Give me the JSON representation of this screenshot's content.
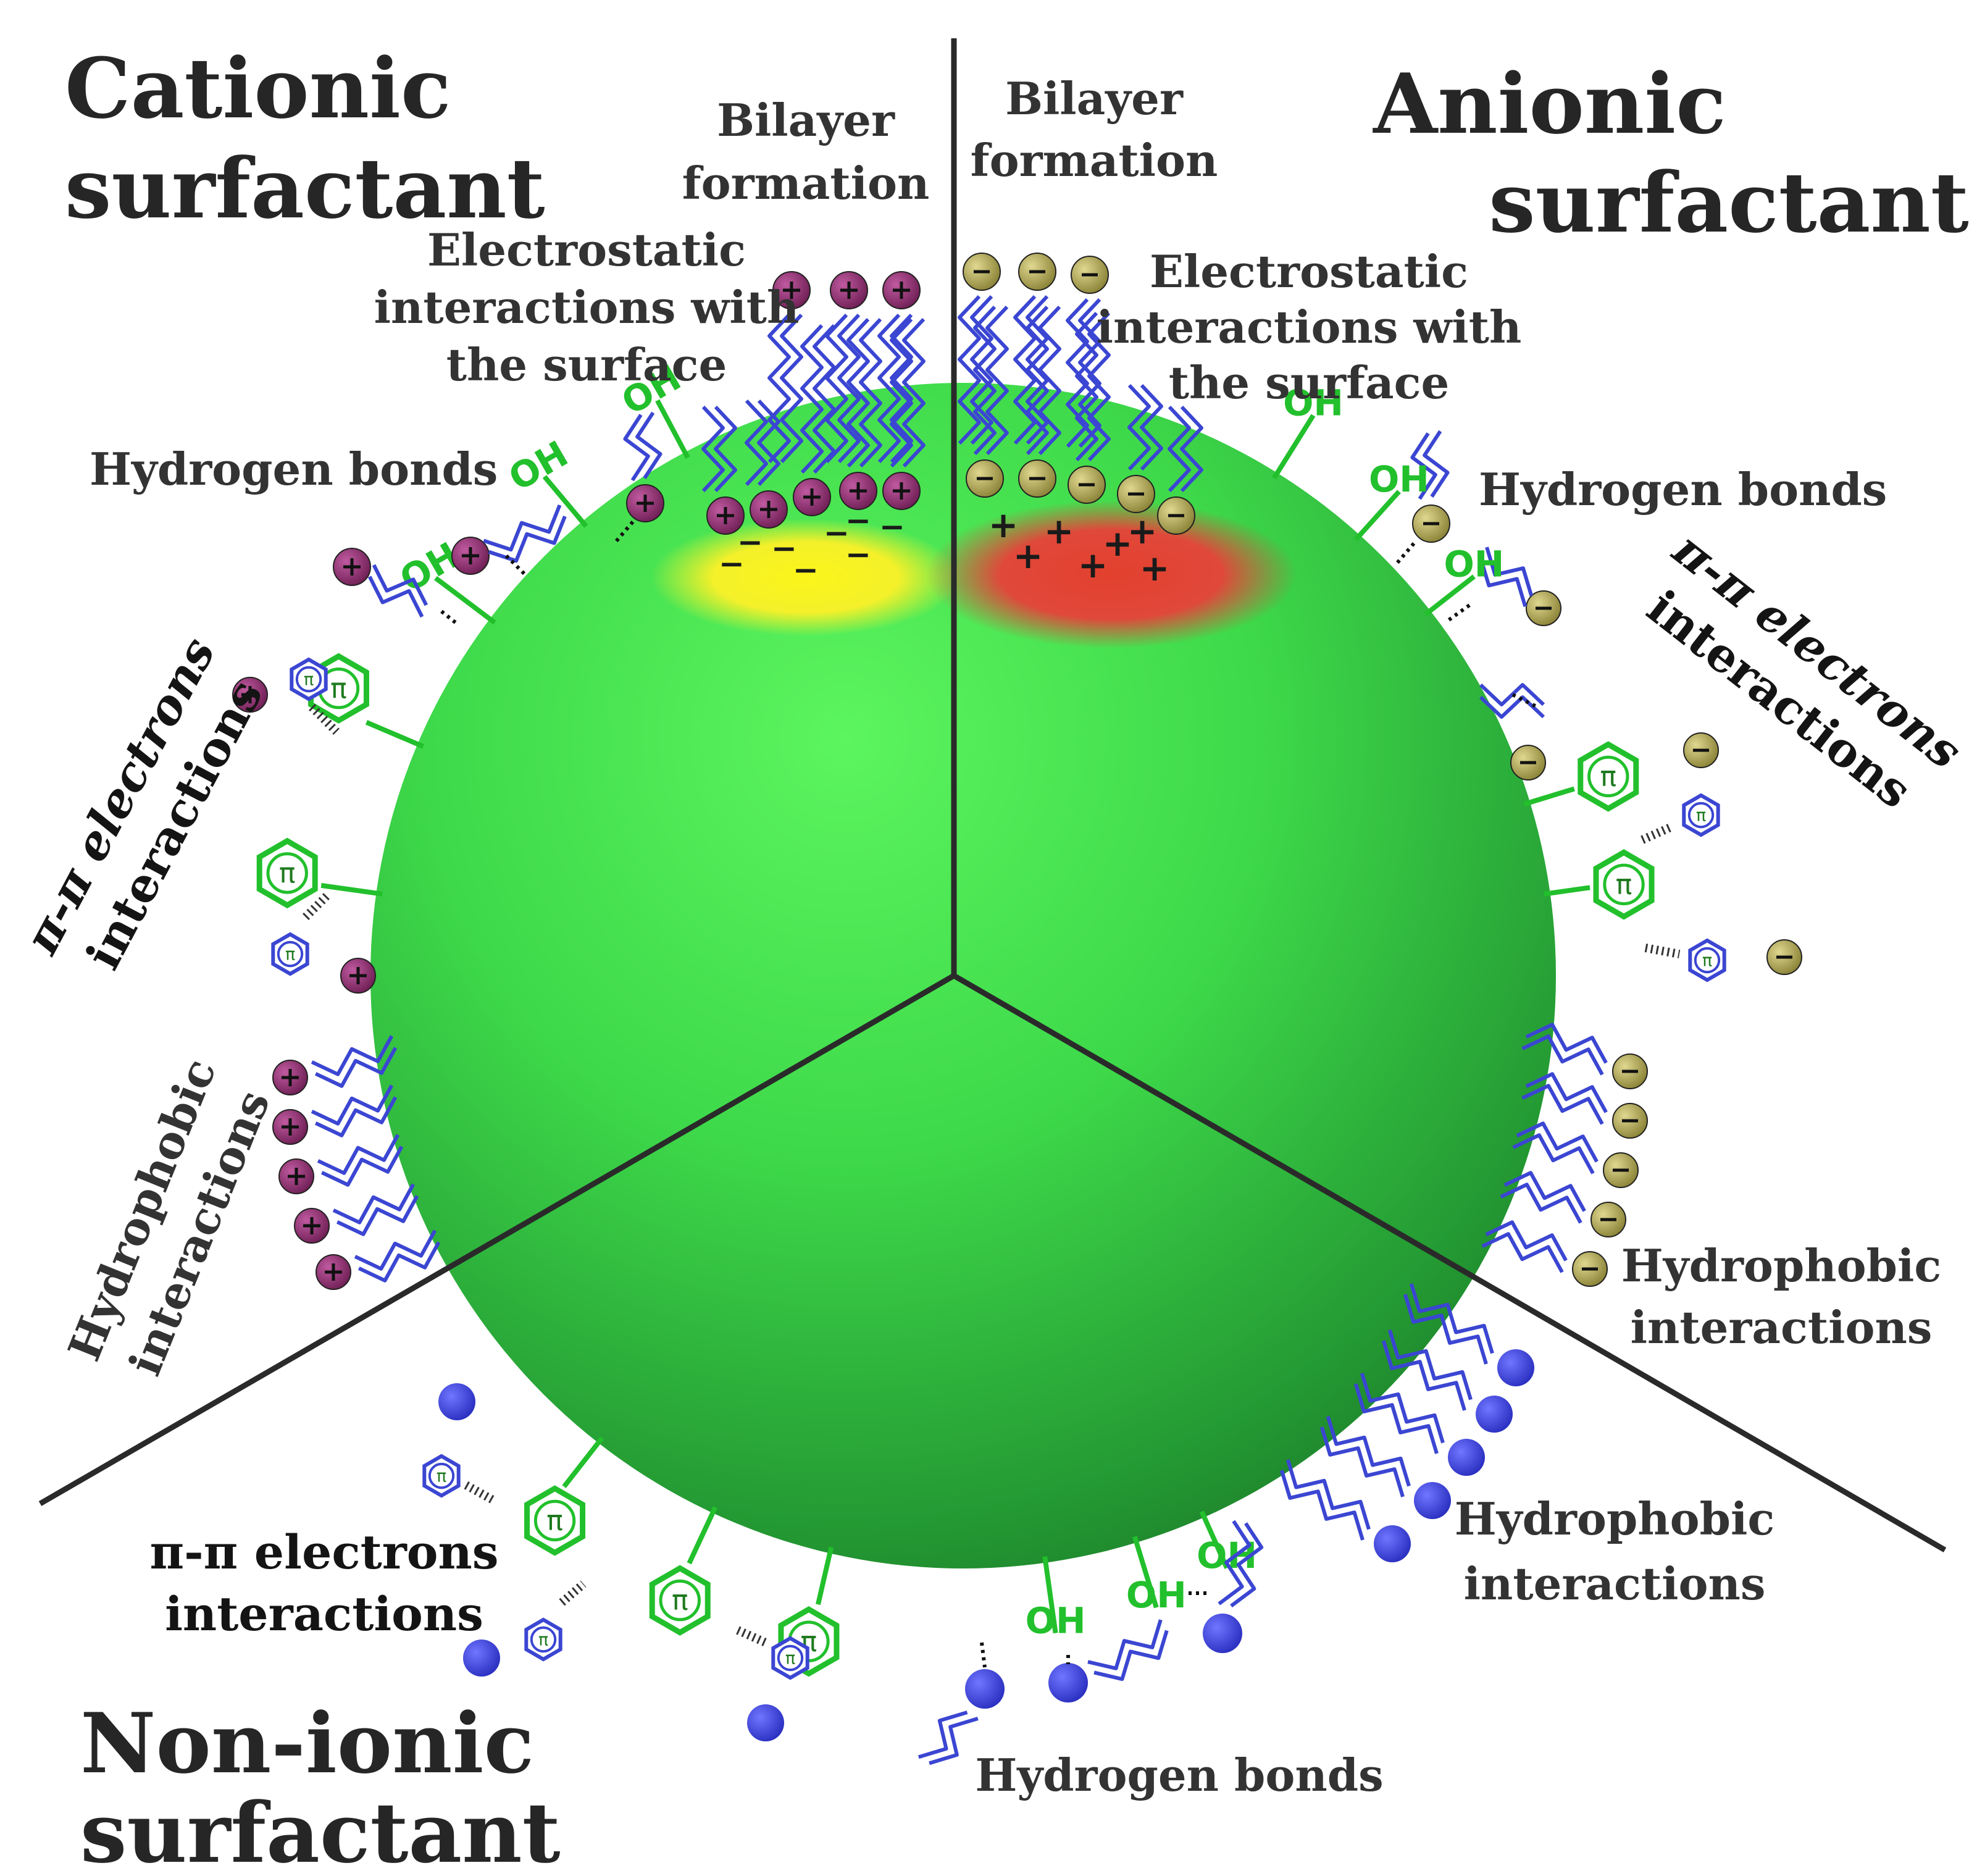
{
  "sections": {
    "cationic": {
      "title_line1": "Cationic",
      "title_line2": "surfactant",
      "bilayer_line1": "Bilayer",
      "bilayer_line2": "formation",
      "electrostatic_line1": "Electrostatic",
      "electrostatic_line2": "interactions with",
      "electrostatic_line3": "the surface",
      "hydrogen": "Hydrogen bonds",
      "pi_line1": "π-π electrons",
      "pi_line2": "interactions",
      "hydrophobic_line1": "Hydrophobic",
      "hydrophobic_line2": "interactions"
    },
    "anionic": {
      "title_line1": "Anionic",
      "title_line2": "surfactant",
      "bilayer_line1": "Bilayer",
      "bilayer_line2": "formation",
      "electrostatic_line1": "Electrostatic",
      "electrostatic_line2": "interactions with",
      "electrostatic_line3": "the surface",
      "hydrogen": "Hydrogen bonds",
      "pi_line1": "π-π electrons",
      "pi_line2": "interactions",
      "hydrophobic_line1": "Hydrophobic",
      "hydrophobic_line2": "interactions"
    },
    "nonionic": {
      "title_line1": "Non-ionic",
      "title_line2": "surfactant",
      "pi_line1": "π-π electrons",
      "pi_line2": "interactions",
      "hydrogen": "Hydrogen bonds",
      "hydrophobic_line1": "Hydrophobic",
      "hydrophobic_line2": "interactions"
    }
  },
  "glyphs": {
    "oh": "OH",
    "pi": "π",
    "plus": "+",
    "minus": "−"
  },
  "colors": {
    "particle": "#3ed94a",
    "cation_head": "#8c2a6a",
    "anion_head": "#b3a94f",
    "nonionic_head": "#3a3fd6",
    "tail": "#3b46d2",
    "surface_group": "#22c02c",
    "negative_patch": "#f2f01a",
    "positive_patch": "#e04030"
  }
}
